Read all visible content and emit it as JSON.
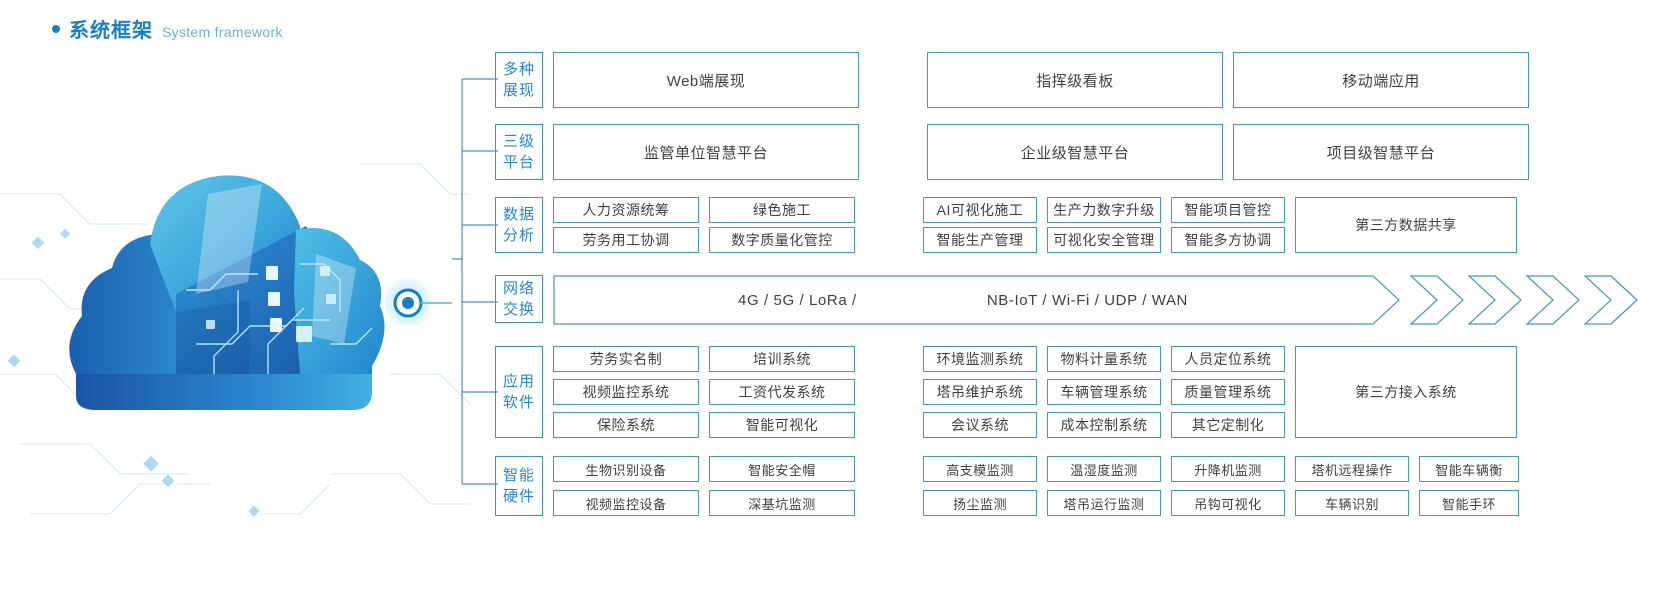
{
  "header": {
    "bullet": "bullet-dot",
    "title_cn": "系统框架",
    "title_en": "System framework"
  },
  "colors": {
    "accent": "#1a7fc1",
    "border": "#4a90c9",
    "label_text": "#2a86c8",
    "cell_text": "#404040",
    "subtitle": "#6aaed8"
  },
  "illustration": {
    "name": "cloud-network-illustration",
    "description": "云端网络插图"
  },
  "rows": [
    {
      "id": "display",
      "label": "多种展现",
      "label_lines": [
        "多种",
        "展现"
      ],
      "groups": [
        {
          "cells": [
            [
              "Web端展现"
            ]
          ]
        },
        {
          "cells": [
            [
              "指挥级看板"
            ]
          ]
        },
        {
          "cells": [
            [
              "移动端应用"
            ]
          ]
        }
      ]
    },
    {
      "id": "platform",
      "label": "三级平台",
      "label_lines": [
        "三级",
        "平台"
      ],
      "groups": [
        {
          "cells": [
            [
              "监管单位智慧平台"
            ]
          ]
        },
        {
          "cells": [
            [
              "企业级智慧平台"
            ]
          ]
        },
        {
          "cells": [
            [
              "项目级智慧平台"
            ]
          ]
        }
      ]
    },
    {
      "id": "data-analysis",
      "label": "数据分析",
      "label_lines": [
        "数据",
        "分析"
      ],
      "left_columns": [
        [
          "人力资源统筹",
          "劳务用工协调"
        ],
        [
          "绿色施工",
          "数字质量化管控"
        ]
      ],
      "right_columns": [
        [
          "AI可视化施工",
          "智能生产管理"
        ],
        [
          "生产力数字升级",
          "可视化安全管理"
        ],
        [
          "智能项目管控",
          "智能多方协调"
        ]
      ],
      "third_party": "第三方数据共享"
    },
    {
      "id": "network",
      "label": "网络交换",
      "label_lines": [
        "网络",
        "交换"
      ],
      "text_left": "4G / 5G / LoRa /",
      "text_right": "NB-IoT / Wi-Fi / UDP / WAN",
      "arrow_count": 6
    },
    {
      "id": "app-software",
      "label": "应用软件",
      "label_lines": [
        "应用",
        "软件"
      ],
      "left_columns": [
        [
          "劳务实名制",
          "视频监控系统",
          "保险系统"
        ],
        [
          "培训系统",
          "工资代发系统",
          "智能可视化"
        ]
      ],
      "right_columns": [
        [
          "环境监测系统",
          "塔吊维护系统",
          "会议系统"
        ],
        [
          "物料计量系统",
          "车辆管理系统",
          "成本控制系统"
        ],
        [
          "人员定位系统",
          "质量管理系统",
          "其它定制化"
        ]
      ],
      "third_party": "第三方接入系统"
    },
    {
      "id": "smart-hardware",
      "label": "智能硬件",
      "label_lines": [
        "智能",
        "硬件"
      ],
      "left_columns": [
        [
          "生物识别设备",
          "视频监控设备"
        ],
        [
          "智能安全帽",
          "深基坑监测"
        ]
      ],
      "right_columns": [
        [
          "高支模监测",
          "扬尘监测"
        ],
        [
          "温湿度监测",
          "塔吊运行监测"
        ],
        [
          "升降机监测",
          "吊钩可视化"
        ],
        [
          "塔机远程操作",
          "车辆识别"
        ],
        [
          "智能车辆衡",
          "智能手环"
        ]
      ]
    }
  ]
}
